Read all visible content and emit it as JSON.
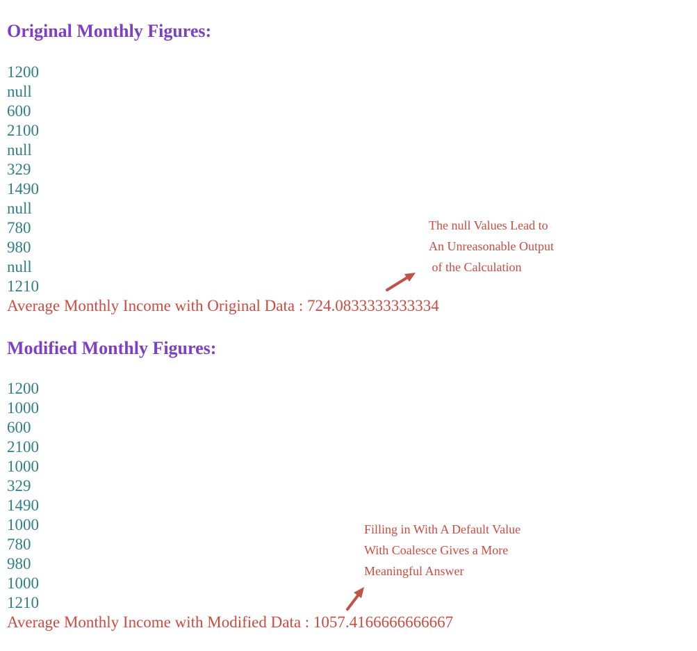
{
  "sections": [
    {
      "heading": "Original Monthly Figures:",
      "values": [
        "1200",
        "null",
        "600",
        "2100",
        "null",
        "329",
        "1490",
        "null",
        "780",
        "980",
        "null",
        "1210"
      ],
      "average_text": "Average Monthly Income with Original Data : 724.0833333333334",
      "annotation": {
        "lines": [
          "The null Values Lead to",
          "An Unreasonable Output",
          " of the Calculation"
        ],
        "arrow_icon": "arrow-up-right-icon"
      }
    },
    {
      "heading": "Modified Monthly Figures:",
      "values": [
        "1200",
        "1000",
        "600",
        "2100",
        "1000",
        "329",
        "1490",
        "1000",
        "780",
        "980",
        "1000",
        "1210"
      ],
      "average_text": "Average Monthly Income with Modified Data : 1057.4166666666667",
      "annotation": {
        "lines": [
          "Filling in With A Default Value",
          "With Coalesce Gives a More",
          "Meaningful Answer"
        ],
        "arrow_icon": "arrow-up-right-icon"
      }
    }
  ],
  "colors": {
    "heading": "#7e3fc8",
    "value_text": "#2e7f86",
    "average_text": "#cc4b3f",
    "annotation": "#cc4b3f"
  }
}
